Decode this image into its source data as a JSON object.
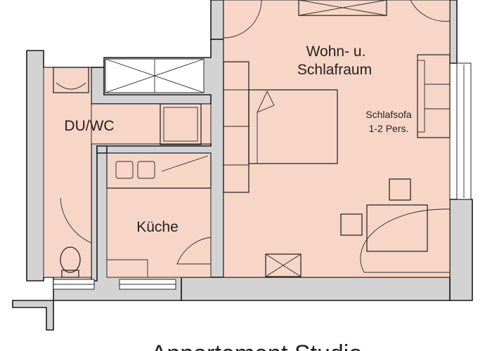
{
  "rooms": {
    "living": {
      "line1": "Wohn- u.",
      "line2": "Schlafraum"
    },
    "sofa": {
      "line1": "Schlafsofa",
      "line2": "1-2 Pers."
    },
    "bath": {
      "label": "DU/WC"
    },
    "kitchen": {
      "label": "Küche"
    }
  },
  "footer": {
    "title": "Appartement Studio"
  },
  "colors": {
    "room_fill": "#f7d6c7",
    "wall_fill": "#d3d3d3",
    "line": "#2a2a2a"
  }
}
